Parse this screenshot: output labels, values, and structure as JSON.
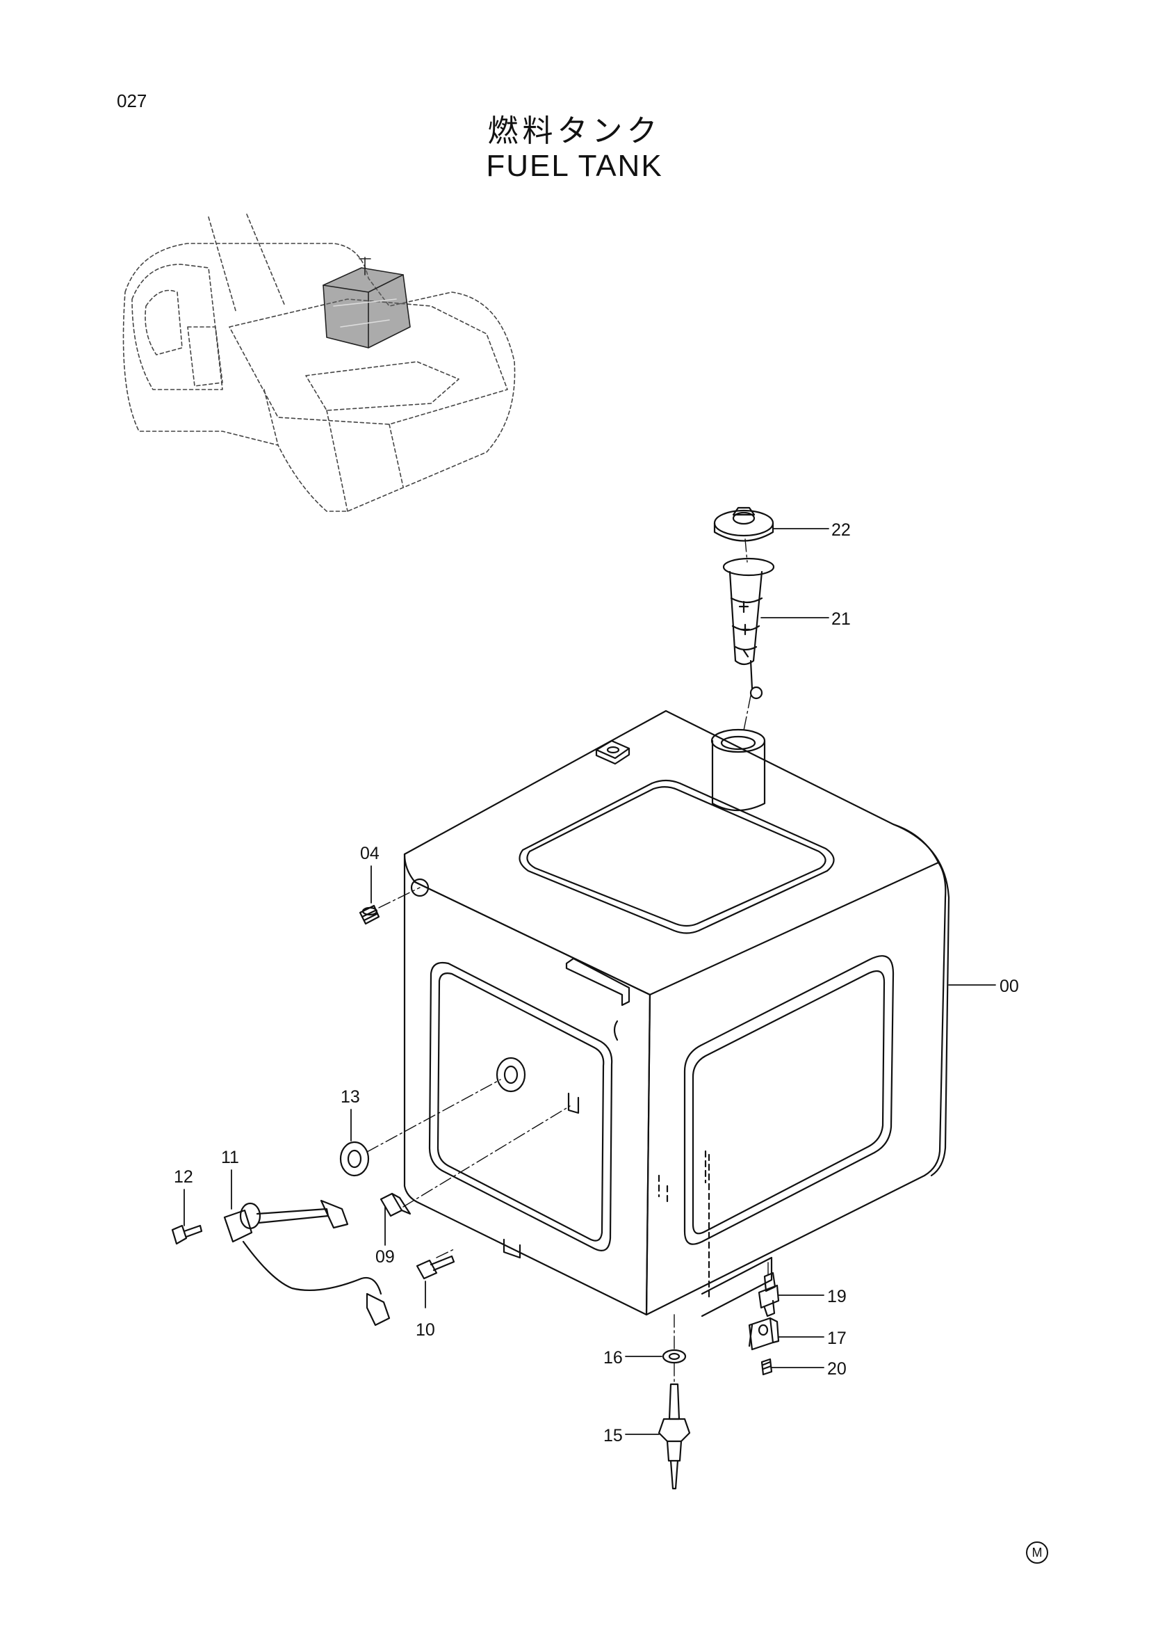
{
  "page": {
    "number": "027",
    "title_ja": "燃料タンク",
    "title_en": "FUEL TANK",
    "corner_mark": "M"
  },
  "callouts": [
    "22",
    "21",
    "04",
    "00",
    "13",
    "11",
    "12",
    "09",
    "10",
    "19",
    "17",
    "20",
    "16",
    "15"
  ]
}
